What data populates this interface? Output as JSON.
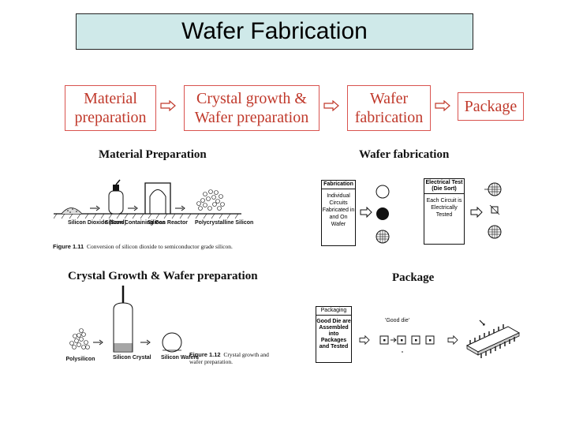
{
  "title": "Wafer Fabrication",
  "flow": [
    {
      "text": "Material preparation"
    },
    {
      "text": "Crystal growth & Wafer preparation"
    },
    {
      "text": "Wafer fabrication"
    },
    {
      "text": "Package"
    }
  ],
  "material": {
    "heading": "Material Preparation",
    "labels": [
      "Silicon Dioxide (Sand)",
      "Silicon Containing Gas",
      "Silicon Reactor",
      "Polycrystalline Silicon"
    ],
    "fig_num": "Figure 1.11",
    "fig_text": "Conversion of silicon dioxide to semiconductor grade silicon."
  },
  "waferfab": {
    "heading": "Wafer fabrication",
    "card1_head": "Fabrication",
    "card1_body": "Individual Circuits Fabricated in and On Wafer",
    "card2_head": "Electrical Test (Die Sort)",
    "card2_body": "Each Circuit is Electrically Tested"
  },
  "crystal": {
    "heading": "Crystal Growth & Wafer preparation",
    "labels": [
      "Polysilicon",
      "Silicon Crystal",
      "Silicon Wafers"
    ],
    "fig_num": "Figure 1.12",
    "fig_text": "Crystal growth and wafer preparation."
  },
  "package": {
    "heading": "Package",
    "card_head": "Packaging",
    "card_body": "Good Die are Assembled into Packages and Tested",
    "good_die": "'Good die'"
  },
  "colors": {
    "title_bg": "#cfe9e9",
    "flow_border": "#d9534f",
    "flow_text": "#c0392b"
  }
}
